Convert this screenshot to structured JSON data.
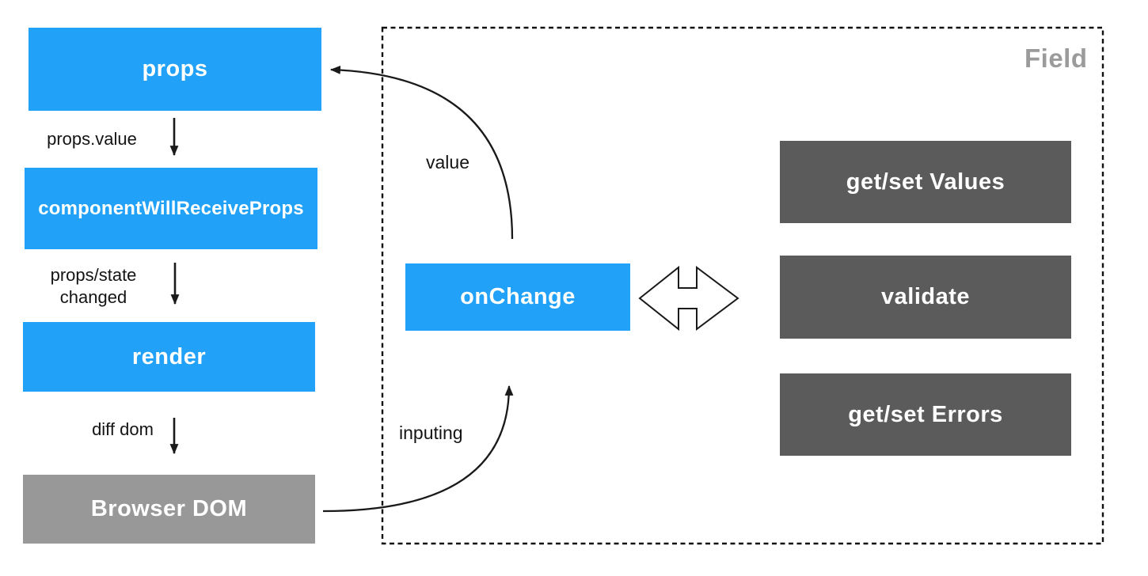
{
  "colors": {
    "node_blue": "#21A1F7",
    "node_dark_gray": "#5B5B5B",
    "node_mid_gray": "#989898",
    "field_title_gray": "#9B9B9B",
    "line_black": "#1A1A1A"
  },
  "left_flow": {
    "nodes": [
      {
        "label": "props"
      },
      {
        "label": "componentWillReceiveProps"
      },
      {
        "label": "render"
      },
      {
        "label": "Browser DOM"
      }
    ],
    "edges": [
      {
        "label": "props.value"
      },
      {
        "label": "props/state changed"
      },
      {
        "label": "diff dom"
      }
    ]
  },
  "field_panel": {
    "title": "Field",
    "onchange": {
      "label": "onChange"
    },
    "actions": [
      {
        "label": "get/set Values"
      },
      {
        "label": "validate"
      },
      {
        "label": "get/set Errors"
      }
    ]
  },
  "flows": {
    "value_label": "value",
    "inputing_label": "inputing"
  }
}
